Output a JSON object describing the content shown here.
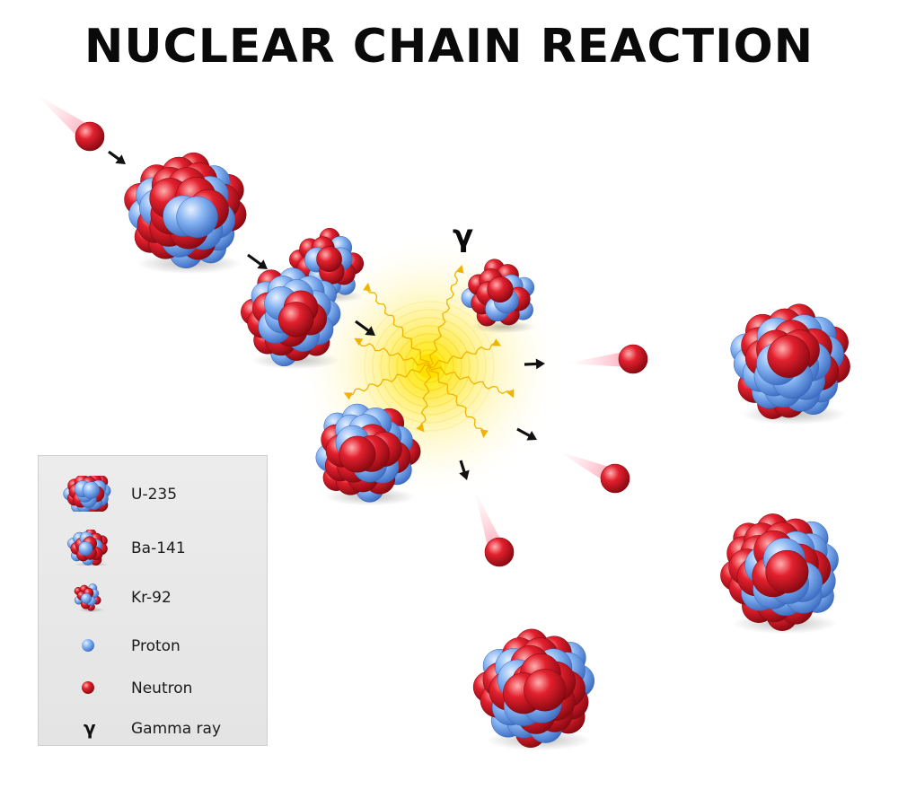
{
  "title": "NUCLEAR CHAIN REACTION",
  "gamma_symbol": "γ",
  "colors": {
    "proton": "#7fb0f0",
    "neutron": "#e02030",
    "glow": "#ffe600",
    "arrow": "#111111",
    "legend_bg": "#e8e8e8"
  },
  "legend": {
    "items": [
      {
        "label": "U-235",
        "icon": "u235-nucleus-icon"
      },
      {
        "label": "Ba-141",
        "icon": "ba141-nucleus-icon"
      },
      {
        "label": "Kr-92",
        "icon": "kr92-nucleus-icon"
      },
      {
        "label": "Proton",
        "icon": "proton-icon"
      },
      {
        "label": "Neutron",
        "icon": "neutron-icon"
      },
      {
        "label": "Gamma ray",
        "icon": "gamma-ray-icon"
      }
    ]
  }
}
